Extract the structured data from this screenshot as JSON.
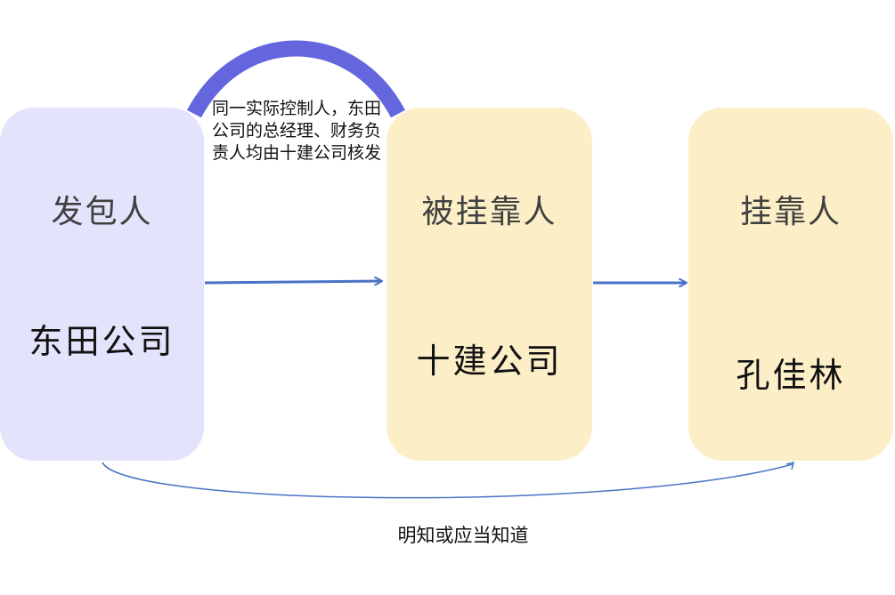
{
  "colors": {
    "employer_fill": "#e3e3fb",
    "party_fill": "#fcefc8",
    "arc": "#6366dd",
    "arrow": "#4a72c4"
  },
  "nodes": {
    "employer": {
      "role": "发包人",
      "party": "东田公司"
    },
    "host": {
      "role": "被挂靠人",
      "party": "十建公司"
    },
    "affiliate": {
      "role": "挂靠人",
      "party": "孔佳林"
    }
  },
  "edges": {
    "arc_note": "同一实际控制人，东田公司的总经理、财务负责人均由十建公司核发",
    "bottom_label": "明知或应当知道"
  }
}
